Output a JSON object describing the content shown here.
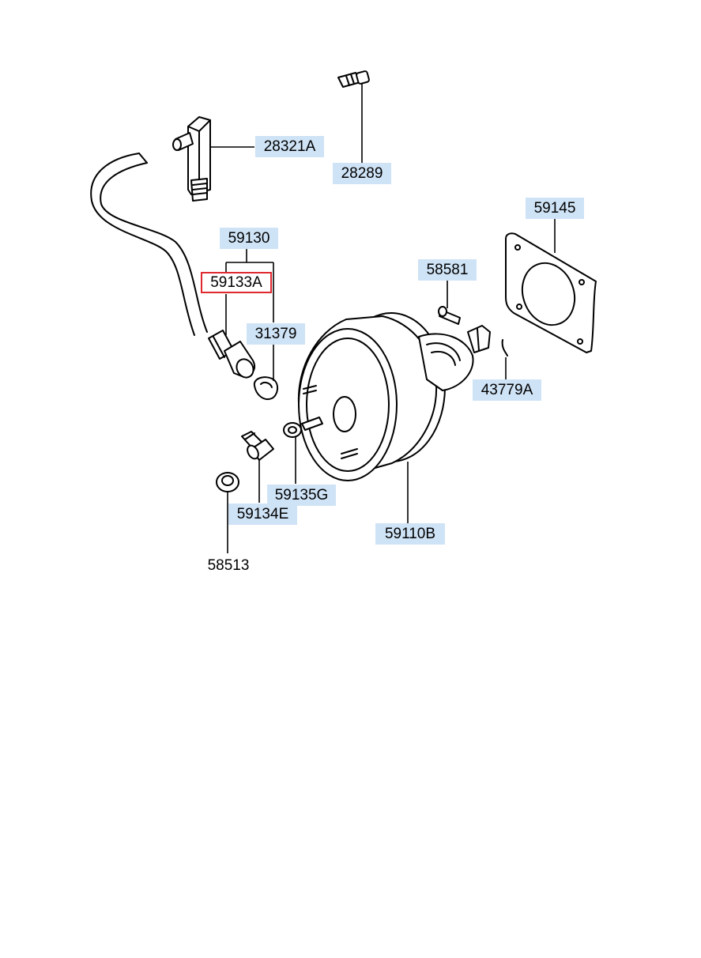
{
  "diagram": {
    "colors": {
      "label_background": "#cfe3f6",
      "selected_border": "#e0282f"
    },
    "parts": {
      "p28321A": "28321A",
      "p28289": "28289",
      "p59145": "59145",
      "p59130": "59130",
      "p59133A": "59133A",
      "p58581": "58581",
      "p31379": "31379",
      "p43779A": "43779A",
      "p59135G": "59135G",
      "p59134E": "59134E",
      "p59110B": "59110B",
      "p58513": "58513"
    },
    "selected_part": "59133A"
  }
}
